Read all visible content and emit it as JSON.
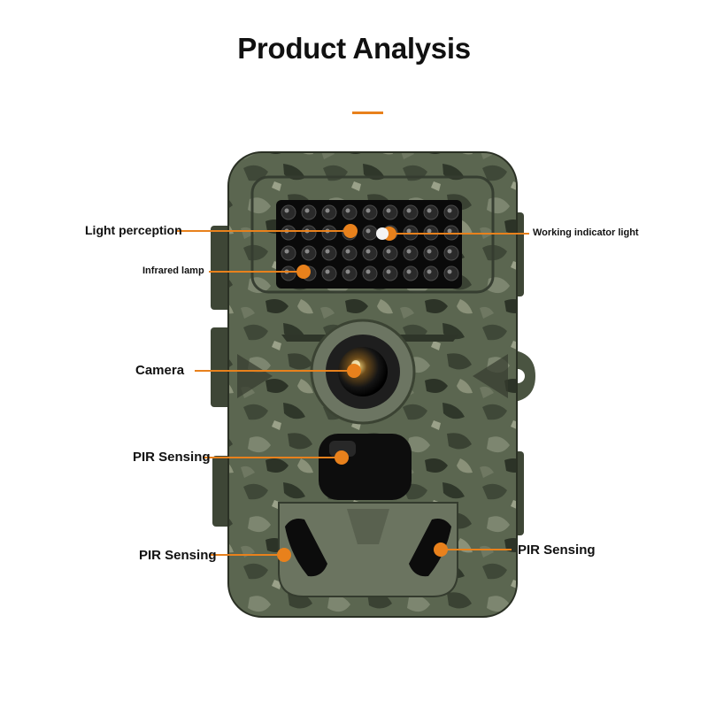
{
  "title": "Product Analysis",
  "accent_color": "#e8811c",
  "labels": {
    "light_perception": "Light perception",
    "infrared_lamp": "Infrared lamp",
    "camera": "Camera",
    "pir_sensing_center": "PIR Sensing",
    "pir_sensing_left": "PIR Sensing",
    "pir_sensing_right": "PIR Sensing",
    "working_indicator": "Working indicator light"
  }
}
